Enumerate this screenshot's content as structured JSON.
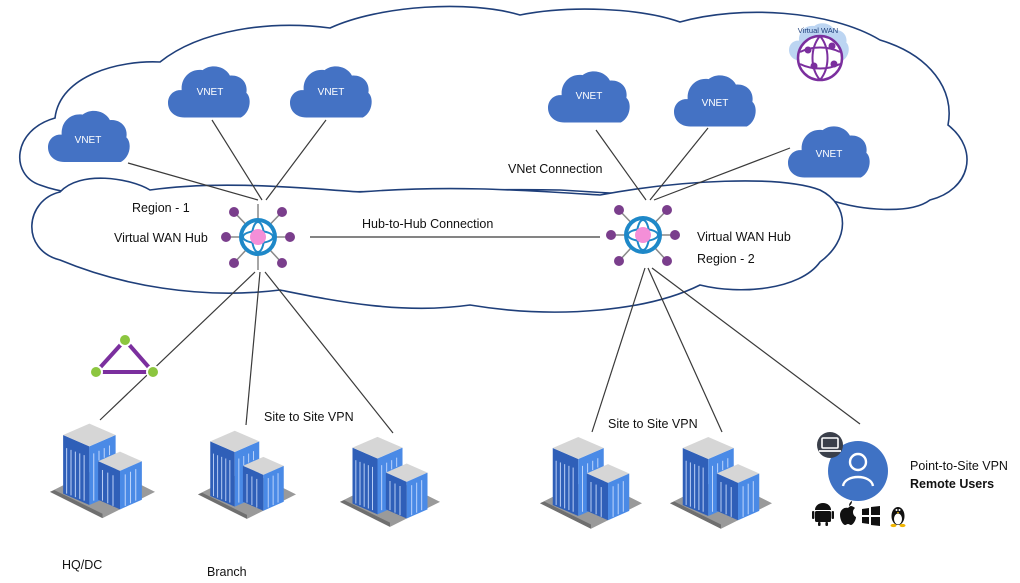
{
  "vnets": [
    "VNET",
    "VNET",
    "VNET",
    "VNET",
    "VNET",
    "VNET"
  ],
  "virtual_wan_badge": "Virtual WAN",
  "hub1": {
    "region": "Region - 1",
    "name": "Virtual WAN Hub"
  },
  "hub2": {
    "region": "Region - 2",
    "name": "Virtual WAN Hub"
  },
  "labels": {
    "hub_to_hub": "Hub-to-Hub Connection",
    "vnet_connection": "VNet Connection",
    "s2s_left": "Site to Site VPN",
    "s2s_right": "Site to Site VPN",
    "p2s": "Point-to-Site VPN",
    "remote_users": "Remote Users",
    "hq": "HQ/DC",
    "branch": "Branch"
  },
  "icons": {
    "vnet": "cloud-icon",
    "hub": "globe-hub-icon",
    "s2s": "triangle-vpn-icon",
    "building": "building-icon",
    "user": "user-icon",
    "laptop": "laptop-icon",
    "os": [
      "android-icon",
      "apple-icon",
      "windows-icon",
      "linux-icon"
    ]
  },
  "colors": {
    "cloud_fill": "#4472c4",
    "hub_blue": "#1e88c8",
    "hub_pink": "#f48fd8",
    "hub_node": "#7a3e8c",
    "triangle": "#7b2f9e",
    "triangle_node": "#8cc63f",
    "building": "#2f6fd0"
  }
}
